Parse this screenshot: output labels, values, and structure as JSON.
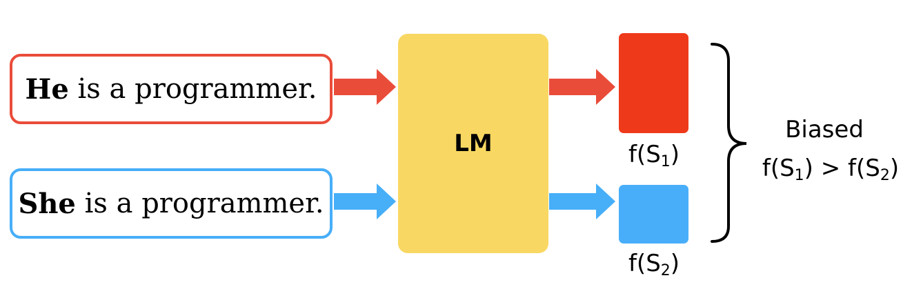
{
  "inputs": [
    {
      "subject": "He",
      "rest": " is a programmer."
    },
    {
      "subject": "She",
      "rest": " is a programmer."
    }
  ],
  "model": {
    "label": "LM"
  },
  "outputs": [
    {
      "func": "f(S",
      "sub": "1",
      "close": ")"
    },
    {
      "func": "f(S",
      "sub": "2",
      "close": ")"
    }
  ],
  "result": {
    "title": "Biased",
    "lhs": {
      "func": "f(S",
      "sub": "1",
      "close": ")"
    },
    "op": " > ",
    "rhs": {
      "func": "f(S",
      "sub": "2",
      "close": ")"
    }
  },
  "colors": {
    "he": "#ea4c3a",
    "she": "#47aef8",
    "lm": "#f8d862",
    "s1": "#ee3a1a",
    "s2": "#48aefa"
  }
}
